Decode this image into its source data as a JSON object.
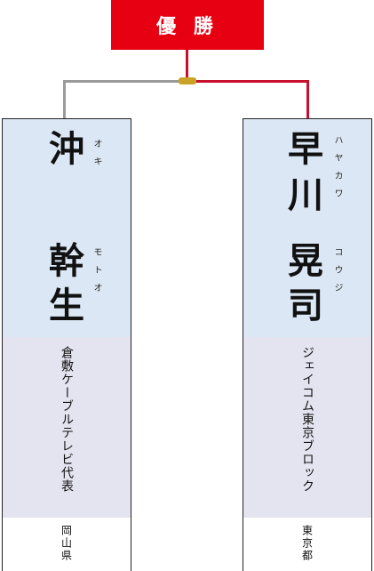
{
  "header": {
    "title": "優 勝"
  },
  "left": {
    "name": {
      "surname": "沖",
      "given_1": "幹",
      "given_2": "生"
    },
    "reading": {
      "surname": "オキ",
      "given": "モトオ"
    },
    "affiliation": "倉敷ケーブルテレビ代表",
    "prefecture": "岡山県"
  },
  "right": {
    "name": {
      "surname_1": "早",
      "surname_2": "川",
      "given_1": "晃",
      "given_2": "司"
    },
    "reading": {
      "surname": "ハヤカワ",
      "given": "コウジ"
    },
    "affiliation": "ジェイコム東京ブロック",
    "prefecture": "東京都"
  },
  "colors": {
    "winner": "#e60012",
    "win_line": "#c8102e",
    "lose_line": "#9a9a9a",
    "knot": "#c9a227"
  }
}
